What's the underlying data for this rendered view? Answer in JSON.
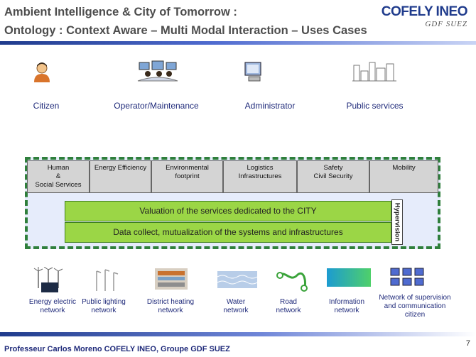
{
  "header": {
    "title_line1": "Ambient Intelligence  & City of Tomorrow :",
    "title_line2": "Ontology : Context Aware – Multi Modal  Interaction – Uses Cases",
    "logo_main": "COFELY INEO",
    "logo_sub": "GDF SUEZ"
  },
  "actors": [
    {
      "label": "Citizen",
      "icon": "citizen-icon"
    },
    {
      "label": "Operator/Maintenance",
      "icon": "operators-icon"
    },
    {
      "label": "Administrator",
      "icon": "computer-icon"
    },
    {
      "label": "Public services",
      "icon": "city-buildings-icon"
    }
  ],
  "services": [
    {
      "label": "Human\n&\nSocial Services"
    },
    {
      "label": "Energy Efficiency"
    },
    {
      "label": "Environmental\nfootprint"
    },
    {
      "label": "Logistics\nInfrastructures"
    },
    {
      "label": "Safety\nCivil Security"
    },
    {
      "label": "Mobility"
    }
  ],
  "bars": {
    "valuation": "Valuation of the services dedicated to the CITY",
    "collect": "Data collect, mutualization of the systems and infrastructures",
    "hypervision": "Hypervision"
  },
  "networks": [
    {
      "label": "Energy electric\nnetwork",
      "icon": "wind-turbines-icon"
    },
    {
      "label": "Public lighting\nnetwork",
      "icon": "street-light-icon"
    },
    {
      "label": "District heating\nnetwork",
      "icon": "pipes-icon"
    },
    {
      "label": "Water\nnetwork",
      "icon": "water-icon"
    },
    {
      "label": "Road\nnetwork",
      "icon": "road-icon"
    },
    {
      "label": "Information\nnetwork",
      "icon": "data-network-icon"
    },
    {
      "label": "Network of supervision\nand communication\ncitizen",
      "icon": "supervision-icon"
    }
  ],
  "footer": {
    "author": "Professeur Carlos Moreno  COFELY INEO, Groupe GDF SUEZ",
    "page": "7"
  },
  "colors": {
    "title_text": "#4d4d4d",
    "logo_blue": "#1f3b8c",
    "frame_green": "#2f7f3c",
    "bar_green": "#9bd646",
    "service_gray": "#d4d4d4",
    "frame_fill": "#e6ecfb"
  }
}
